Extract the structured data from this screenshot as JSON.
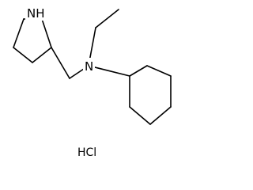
{
  "molecule": {
    "atoms": {
      "pyrrolidine_n": "NH",
      "amine_n": "N"
    },
    "salt": "HCl"
  },
  "colors": {
    "bond": "#000000",
    "text": "#000000",
    "background": "#ffffff"
  }
}
